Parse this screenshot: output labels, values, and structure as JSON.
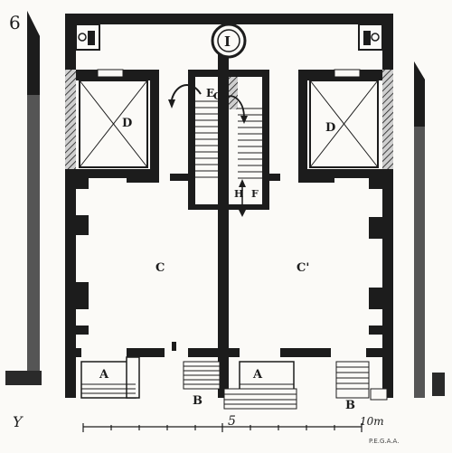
{
  "figure": {
    "number": "6",
    "rooms": {
      "A_left": "A",
      "A_right": "A",
      "B_left": "B",
      "B_right": "B",
      "C_left": "C",
      "C_right": "C'",
      "D_left": "D",
      "D_right": "D",
      "E": "E",
      "G": "G",
      "H": "H",
      "F": "F",
      "I": "I"
    },
    "scale": {
      "mid_label": "5",
      "end_label": "10m"
    },
    "signature": "Y",
    "artist_mark": "P.E.G.A.A."
  },
  "colors": {
    "ink": "#1c1c1c",
    "gray_wall": "#555555",
    "paper": "#fbfaf7"
  }
}
